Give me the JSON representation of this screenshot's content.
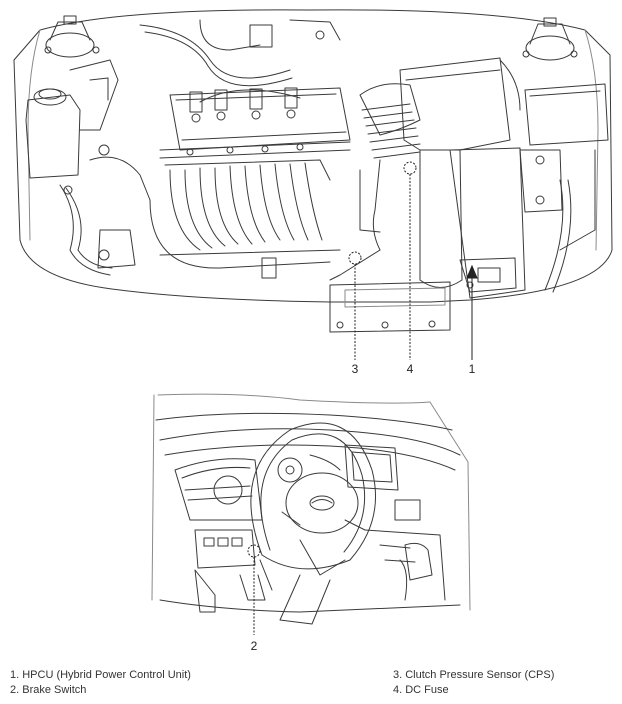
{
  "callouts": {
    "c1": "1",
    "c2": "2",
    "c3": "3",
    "c4": "4"
  },
  "legend": [
    {
      "number": "1",
      "text": "1. HPCU (Hybrid Power Control Unit)"
    },
    {
      "number": "2",
      "text": "2. Brake Switch"
    },
    {
      "number": "3",
      "text": "3. Clutch Pressure Sensor (CPS)"
    },
    {
      "number": "4",
      "text": "4. DC Fuse"
    }
  ],
  "colors": {
    "line": "#3a3a3a",
    "light_line": "#8a8a8a",
    "leader": "#222222"
  }
}
